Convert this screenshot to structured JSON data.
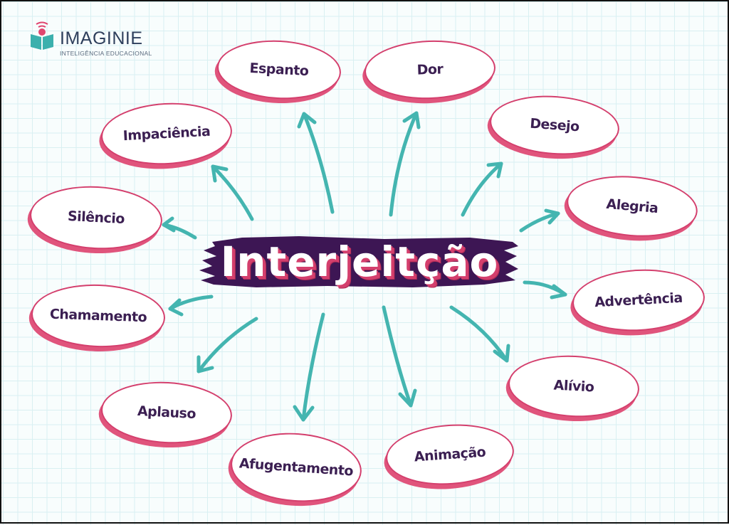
{
  "logo": {
    "name": "IMAGINIE",
    "tagline": "INTELIGÊNCIA EDUCACIONAL",
    "colors": {
      "book": "#3bb0ad",
      "dot": "#e0456f",
      "text": "#2e3f5c"
    }
  },
  "diagram": {
    "title": "Interjeitção",
    "colors": {
      "brush": "#3d1654",
      "node_border": "#d43f6d",
      "node_text": "#3b1f52",
      "arrow": "#44b5b0",
      "grid": "#d9f0f2"
    },
    "nodes": [
      {
        "id": "espanto",
        "label": "Espanto"
      },
      {
        "id": "dor",
        "label": "Dor"
      },
      {
        "id": "desejo",
        "label": "Desejo"
      },
      {
        "id": "alegria",
        "label": "Alegria"
      },
      {
        "id": "advertencia",
        "label": "Advertência"
      },
      {
        "id": "alivio",
        "label": "Alívio"
      },
      {
        "id": "animacao",
        "label": "Animação"
      },
      {
        "id": "afugentamento",
        "label": "Afugentamento"
      },
      {
        "id": "aplauso",
        "label": "Aplauso"
      },
      {
        "id": "chamamento",
        "label": "Chamamento"
      },
      {
        "id": "silencio",
        "label": "Silêncio"
      },
      {
        "id": "impaciencia",
        "label": "Impaciência"
      }
    ]
  }
}
